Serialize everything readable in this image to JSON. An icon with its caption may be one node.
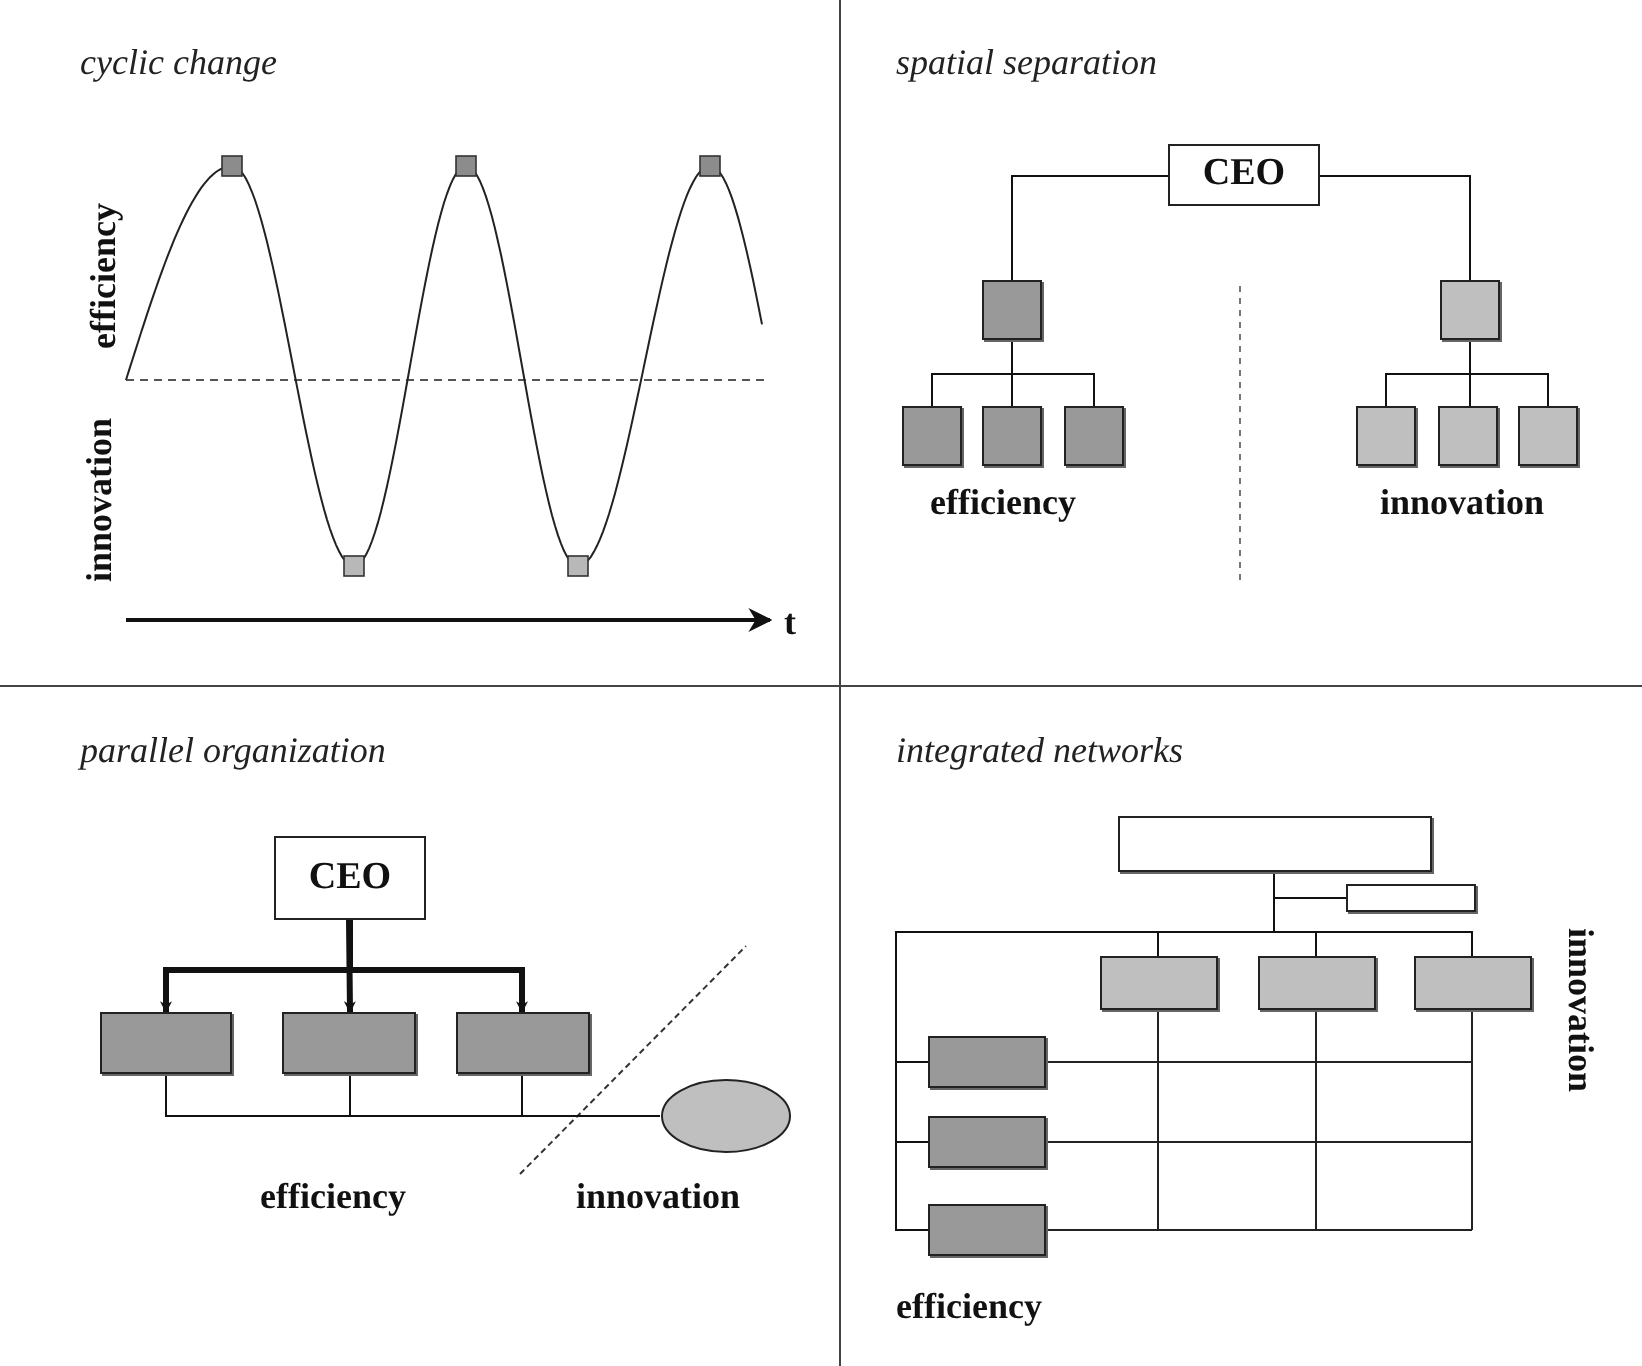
{
  "diagram": {
    "nodes": [
      {
        "text": [
          "CEO"
        ]
      },
      {
        "text": [],
        "shape": "box"
      },
      {
        "text": [],
        "shape": "box"
      },
      {
        "text": [],
        "shape": "box"
      },
      {
        "text": [],
        "shape": "box"
      },
      {
        "text": [],
        "shape": "box"
      },
      {
        "text": [],
        "shape": "box"
      },
      {
        "text": [],
        "shape": "box"
      },
      {
        "text": [],
        "shape": "box"
      },
      {
        "text": [
          "CEO"
        ]
      },
      {
        "text": [],
        "shape": "box"
      },
      {
        "text": [],
        "shape": "box"
      },
      {
        "text": [],
        "shape": "box"
      },
      {
        "text": [],
        "shape": "ellipse"
      },
      {
        "text": [],
        "shape": "box"
      },
      {
        "text": [],
        "shape": "box"
      },
      {
        "text": [],
        "shape": "box"
      },
      {
        "text": [],
        "shape": "box"
      },
      {
        "text": [],
        "shape": "box"
      },
      {
        "text": [],
        "shape": "box"
      },
      {
        "text": [],
        "shape": "box"
      },
      {
        "text": [],
        "shape": "box"
      }
    ],
    "edges": [
      {
        "from": 0,
        "to": 1,
        "arrow": "none"
      },
      {
        "from": 0,
        "to": 2,
        "arrow": "none"
      },
      {
        "from": 1,
        "to": 3,
        "arrow": "none"
      },
      {
        "from": 1,
        "to": 4,
        "arrow": "none"
      },
      {
        "from": 1,
        "to": 5,
        "arrow": "none"
      },
      {
        "from": 2,
        "to": 6,
        "arrow": "none"
      },
      {
        "from": 2,
        "to": 7,
        "arrow": "none"
      },
      {
        "from": 2,
        "to": 8,
        "arrow": "none"
      },
      {
        "from": 9,
        "to": 10,
        "arrow": "to",
        "style": "thick"
      },
      {
        "from": 9,
        "to": 11,
        "arrow": "to",
        "style": "thick"
      },
      {
        "from": 9,
        "to": 12,
        "arrow": "to",
        "style": "thick"
      },
      {
        "from": 10,
        "to": 13,
        "arrow": "none"
      },
      {
        "from": 11,
        "to": 13,
        "arrow": "none"
      },
      {
        "from": 12,
        "to": 13,
        "arrow": "none"
      },
      {
        "from": 14,
        "to": 15,
        "arrow": "none"
      },
      {
        "from": 14,
        "to": 16,
        "arrow": "none"
      },
      {
        "from": 14,
        "to": 17,
        "arrow": "none"
      },
      {
        "from": 14,
        "to": 18,
        "arrow": "none"
      },
      {
        "from": 14,
        "to": 19,
        "arrow": "none"
      },
      {
        "from": 14,
        "to": 20,
        "arrow": "none"
      },
      {
        "from": 14,
        "to": 21,
        "arrow": "none"
      }
    ],
    "labels": [
      "cyclic change",
      "efficiency",
      "innovation",
      "t",
      "spatial separation",
      "efficiency",
      "innovation",
      "parallel organization",
      "efficiency",
      "innovation",
      "integrated networks",
      "innovation",
      "efficiency"
    ]
  }
}
